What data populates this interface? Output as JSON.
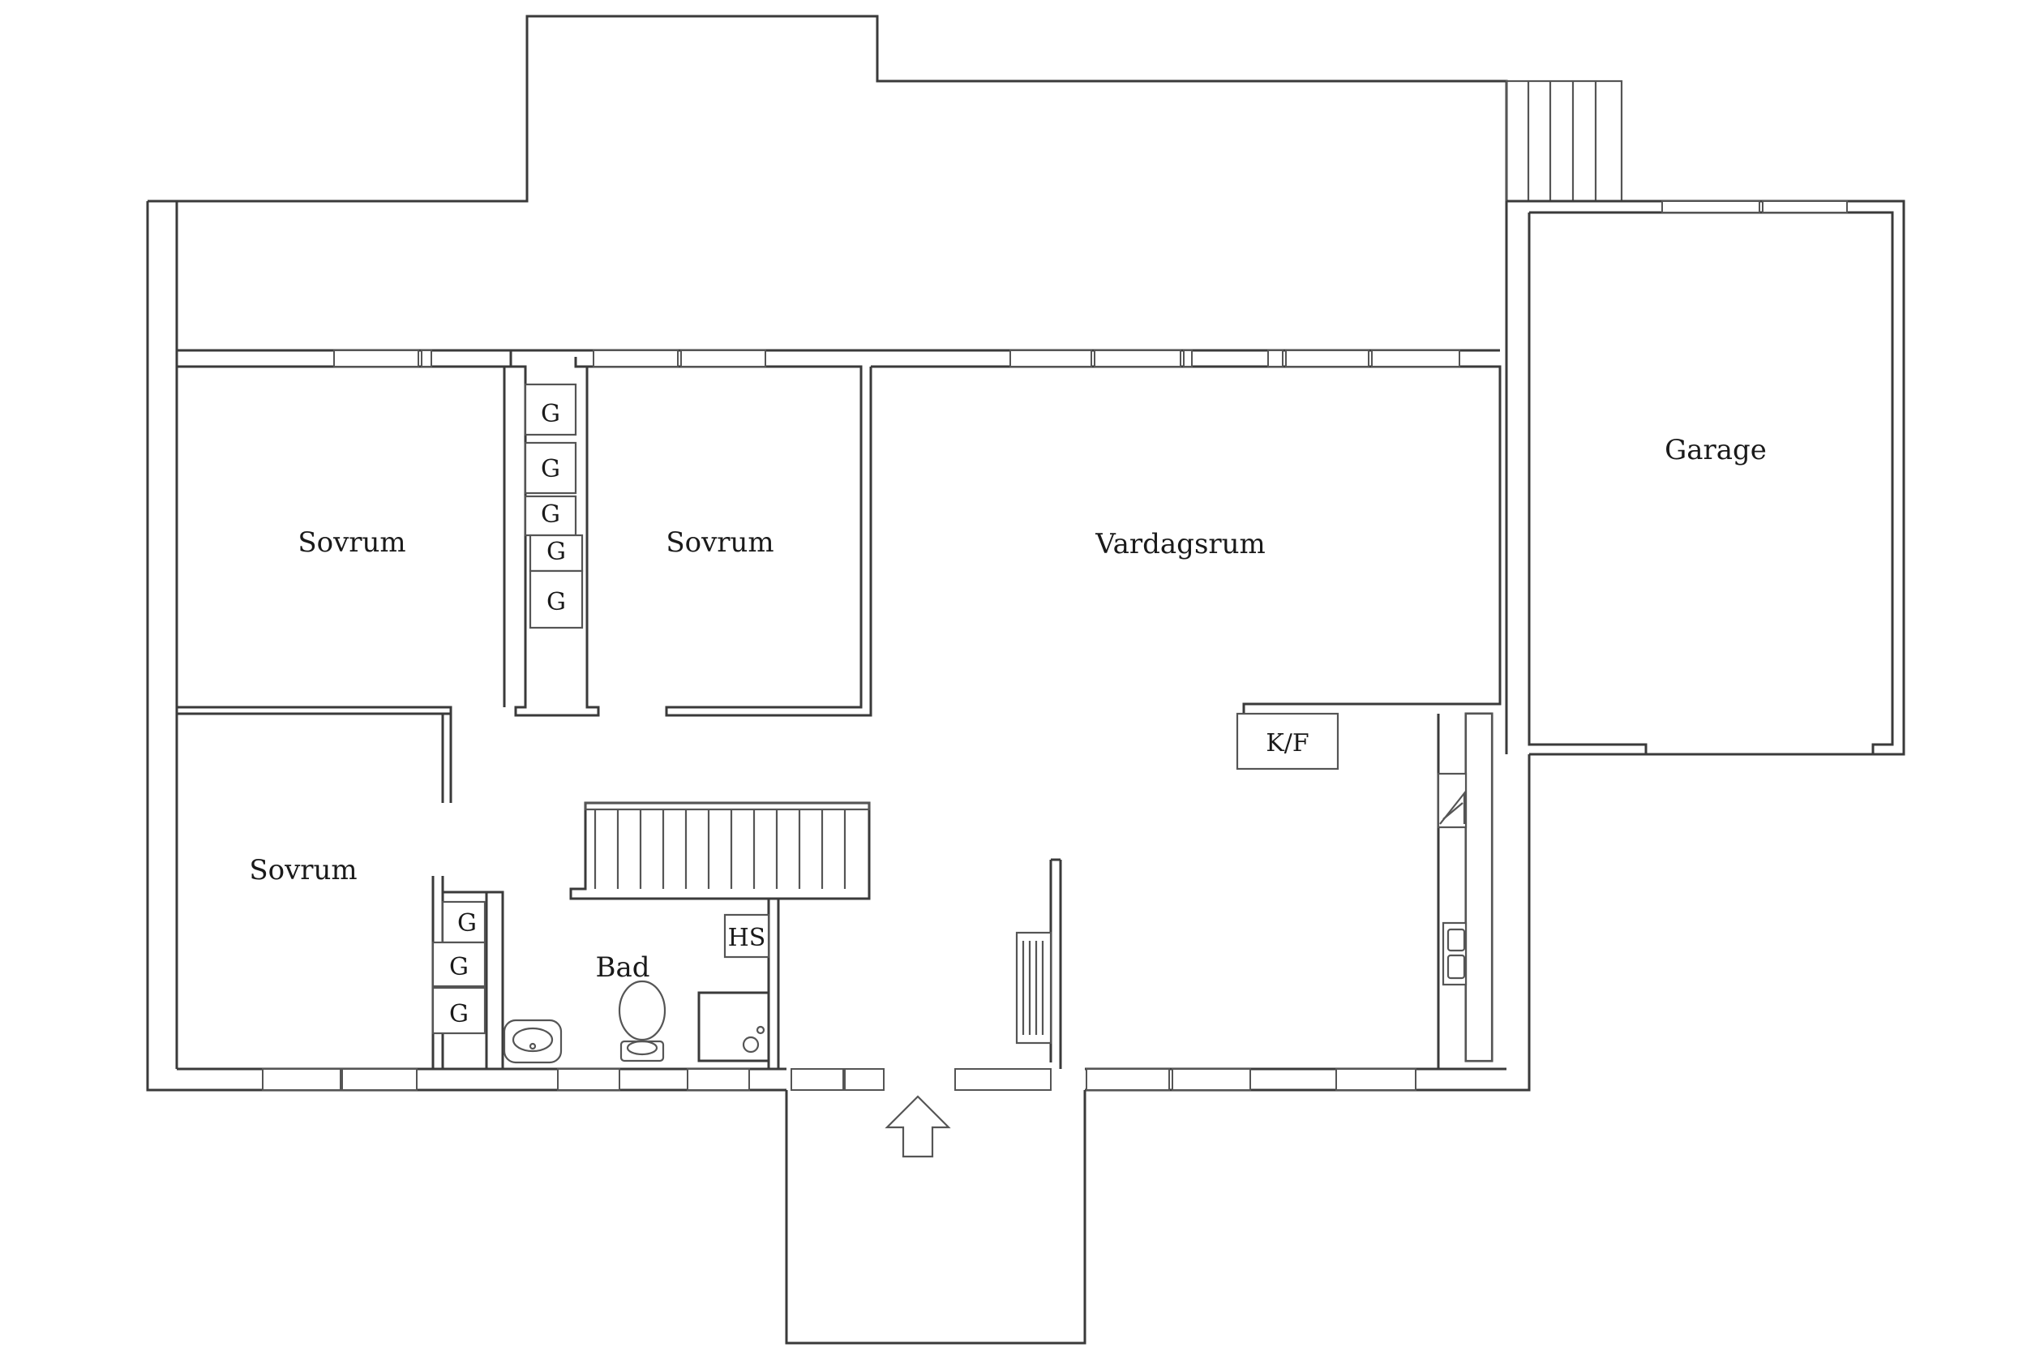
{
  "rooms": {
    "sovrum_1": "Sovrum",
    "sovrum_2": "Sovrum",
    "sovrum_3": "Sovrum",
    "vardagsrum": "Vardagsrum",
    "garage": "Garage",
    "bad": "Bad"
  },
  "tags": {
    "closet": "G",
    "hs": "HS",
    "kf": "K/F"
  },
  "colors": {
    "line": "#3a3a3a",
    "background": "#ffffff"
  },
  "icons": [
    "entrance-arrow-icon",
    "toilet-icon",
    "sink-icon",
    "shower-icon",
    "stove-icon",
    "radiator-icon",
    "staircase-icon"
  ]
}
